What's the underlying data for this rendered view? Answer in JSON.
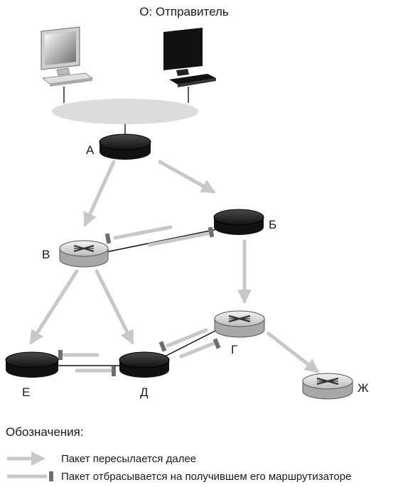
{
  "diagram": {
    "sender_label": "О: Отправитель",
    "nodes": {
      "A": "А",
      "B": "Б",
      "V": "В",
      "G": "Г",
      "D": "Д",
      "E": "Е",
      "ZH": "Ж"
    },
    "legend": {
      "title": "Обозначения:",
      "forwarded": "Пакет пересылается далее",
      "dropped": "Пакет отбрасывается на получившем его маршрутизаторе"
    },
    "colors": {
      "arrow": "#c8c8c8",
      "router_dark": "#1a1a1a",
      "router_light": "#d9d9d9",
      "lan": "#dcdcdc",
      "drop_marker": "#6e6e6e"
    }
  }
}
